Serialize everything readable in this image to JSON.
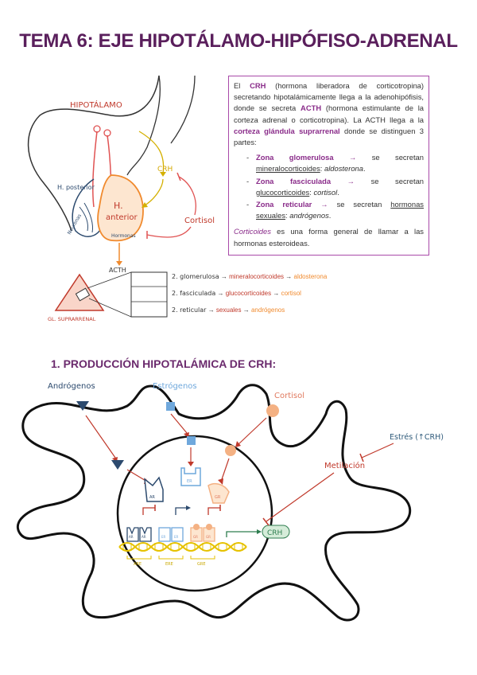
{
  "title": "TEMA 6: EJE HIPOTÁLAMO-HIPÓFISO-ADRENAL",
  "infobox": {
    "p1_a": "El ",
    "p1_crh": "CRH",
    "p1_b": " (hormona liberadora de corticotropina) secretando hipotalámicamente llega a la adenohipófisis, donde se secreta ",
    "p1_acth": "ACTH",
    "p1_c": " (hormona estimulante de la corteza adrenal o corticotropina). La ACTH llega a la ",
    "p1_corteza": "corteza glándula suprarrenal",
    "p1_d": " donde se distinguen 3 partes:",
    "zones": [
      {
        "name": "Zona glomerulosa",
        "arrow": "→",
        "verb": " se secretan ",
        "class": "mineralocorticoides",
        "sep": ": ",
        "example": "aldosterona",
        "end": "."
      },
      {
        "name": "Zona fasciculada",
        "arrow": "→",
        "verb": " se secretan ",
        "class": "glucocorticoides",
        "sep": ": ",
        "example": "cortisol",
        "end": "."
      },
      {
        "name": "Zona reticular",
        "arrow": "→",
        "verb": " se secretan ",
        "class": "hormonas sexuales",
        "sep": ": ",
        "example": "andrógenos",
        "end": "."
      }
    ],
    "p2_a": "Corticoides",
    "p2_b": " es una forma general de llamar a las hormonas esteroideas."
  },
  "diagram1": {
    "hipotalamo": "HIPOTÁLAMO",
    "crh": "CRH",
    "h_posterior": "H. posterior",
    "h_anterior_1": "H.",
    "h_anterior_2": "anterior",
    "neuronas": "Neuronas",
    "hormonas": "Hormonas",
    "cortisol": "Cortisol",
    "acth": "ACTH",
    "gl_suprarrenal": "GL. SUPRARRENAL",
    "rows": [
      {
        "zone": "2. glomerulosa",
        "arrow": "→",
        "class": "mineralocorticoides",
        "arrow2": "→",
        "hormone": "aldosterona"
      },
      {
        "zone": "2. fasciculada",
        "arrow": "→",
        "class": "glucocorticoides",
        "arrow2": "→",
        "hormone": "cortisol"
      },
      {
        "zone": "2. reticular",
        "arrow": "→",
        "class": "sexuales",
        "arrow2": "→",
        "hormone": "andrógenos"
      }
    ]
  },
  "section1": "1. PRODUCCIÓN HIPOTALÁMICA DE CRH:",
  "diagram2": {
    "androgenos": "Andrógenos",
    "estrogenos": "Estrógenos",
    "cortisol": "Cortisol",
    "estres": "Estrés (↑CRH)",
    "metilacion": "Metilación",
    "crh": "CRH",
    "ar": "AR",
    "er": "ER",
    "gr": "GR",
    "are": "ARE",
    "ere": "ERE",
    "gre": "GRE"
  },
  "colors": {
    "title": "#5a1f5c",
    "border": "#a94aa9",
    "androgen": "#2c4a6e",
    "estrogen": "#6fa8dc",
    "cortisol": "#f4b183",
    "red": "#c0392b",
    "green": "#2e7d4f",
    "yellow": "#e6c200"
  }
}
